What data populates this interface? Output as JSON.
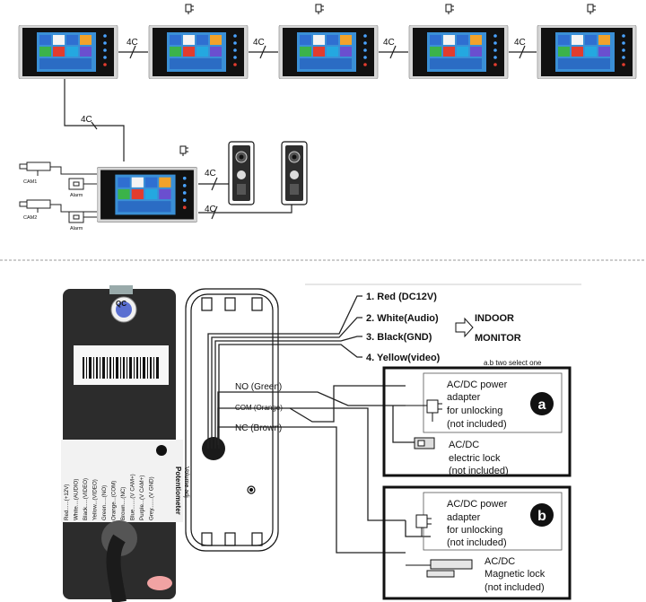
{
  "colors": {
    "line": "#222222",
    "monitor_frame": "#d6d6d6",
    "screen_bg": "#1a1a1a",
    "tile_blue": "#2f6fd1",
    "tile_orange": "#f2a22a",
    "tile_red": "#e23c2e",
    "tile_green": "#3bb34a",
    "tile_cyan": "#24a8e0",
    "tile_purple": "#6a4fcf",
    "panel_dark": "#2c2c2c"
  },
  "top": {
    "cable_label": "4C",
    "cam1_label": "CAM1",
    "cam2_label": "CAM2",
    "alarm_label": "Alarm"
  },
  "bottom": {
    "wires": [
      {
        "num": "1.",
        "text": "Red (DC12V)"
      },
      {
        "num": "2.",
        "text": "White(Audio)"
      },
      {
        "num": "3.",
        "text": "Black(GND)"
      },
      {
        "num": "4.",
        "text": "Yellow(video)"
      }
    ],
    "indoor_label": "INDOOR",
    "monitor_label": "MONITOR",
    "select_note": "a.b two select one",
    "terminals": {
      "no": "NO (Green)",
      "com": "COM (Orange)",
      "nc": "NC (Brown)"
    },
    "option_a": {
      "badge": "a",
      "power_lines": [
        "AC/DC power",
        "adapter",
        "for unlocking",
        "(not included)"
      ],
      "lock_lines": [
        "AC/DC",
        "electric lock",
        "(not included)"
      ]
    },
    "option_b": {
      "badge": "b",
      "power_lines": [
        "AC/DC power",
        "adapter",
        "for unlocking",
        "(not included)"
      ],
      "lock_lines": [
        "AC/DC",
        "Magnetic lock",
        "(not included)"
      ]
    },
    "back_panel": {
      "qc_text": "QC",
      "pot_label": "Potentiometer",
      "volume_label": "Volume adj",
      "wire_codes": [
        "Red......(+12V)",
        "White....(AUDIO)",
        "Black.....(VIDEO)",
        "Yellow...(VIDEO)",
        "Green.....(NO)",
        "Orange...(COM)",
        "Brown....(NC)",
        "Blue.......(V CAM+)",
        "Purple...(V CAM+)",
        "Grey.......(V GND)"
      ]
    }
  }
}
